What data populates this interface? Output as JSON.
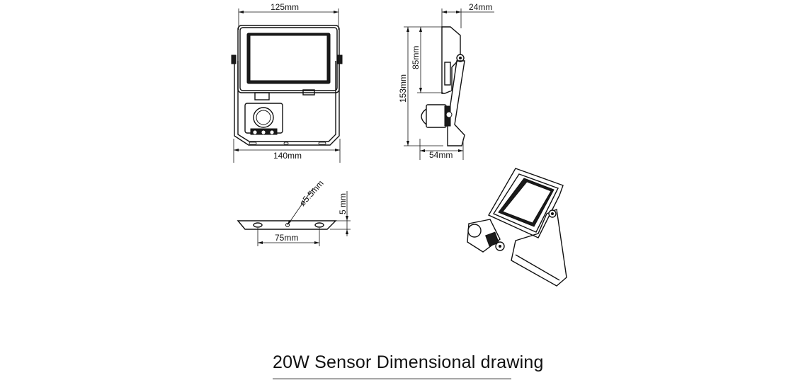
{
  "caption": "20W Sensor Dimensional drawing",
  "dimensions": {
    "front_top_width": "125mm",
    "front_bottom_width": "140mm",
    "side_depth": "24mm",
    "side_panel_height": "85mm",
    "side_total_height": "153mm",
    "side_bracket_depth": "54mm",
    "bracket_hole_dia": "ø5.5mm",
    "bracket_thickness": "5 mm",
    "bracket_hole_spacing": "75mm"
  }
}
